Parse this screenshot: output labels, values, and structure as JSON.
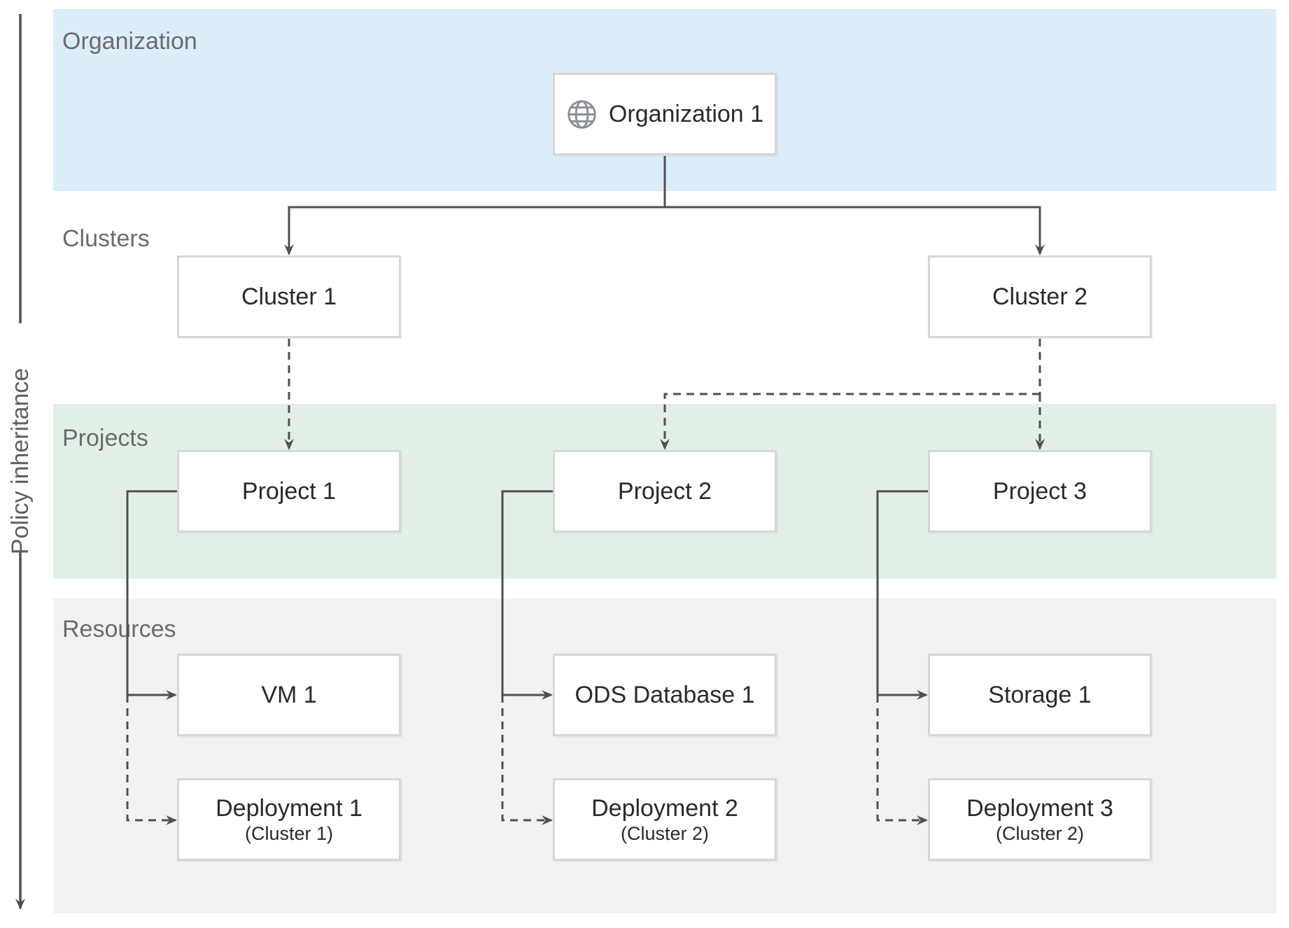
{
  "policy_axis": {
    "label": "Policy inheritance"
  },
  "bands": {
    "organization": {
      "label": "Organization",
      "color": "#dcedfa"
    },
    "clusters": {
      "label": "Clusters",
      "color": "#ffffff"
    },
    "projects": {
      "label": "Projects",
      "color": "#e2efe7"
    },
    "resources": {
      "label": "Resources",
      "color": "#f2f2f3"
    }
  },
  "nodes": {
    "organization1": {
      "label": "Organization 1",
      "icon": "globe-icon"
    },
    "cluster1": {
      "label": "Cluster 1"
    },
    "cluster2": {
      "label": "Cluster 2"
    },
    "project1": {
      "label": "Project 1"
    },
    "project2": {
      "label": "Project 2"
    },
    "project3": {
      "label": "Project 3"
    },
    "vm1": {
      "label": "VM 1"
    },
    "ods_database1": {
      "label": "ODS Database 1"
    },
    "storage1": {
      "label": "Storage 1"
    },
    "deployment1": {
      "label": "Deployment 1",
      "sublabel": "(Cluster 1)"
    },
    "deployment2": {
      "label": "Deployment 2",
      "sublabel": "(Cluster 2)"
    },
    "deployment3": {
      "label": "Deployment 3",
      "sublabel": "(Cluster 2)"
    }
  },
  "edges": [
    {
      "from": "organization1",
      "to": "cluster1",
      "style": "solid"
    },
    {
      "from": "organization1",
      "to": "cluster2",
      "style": "solid"
    },
    {
      "from": "cluster1",
      "to": "project1",
      "style": "dashed"
    },
    {
      "from": "cluster2",
      "to": "project2",
      "style": "dashed"
    },
    {
      "from": "cluster2",
      "to": "project3",
      "style": "dashed"
    },
    {
      "from": "project1",
      "to": "vm1",
      "style": "solid"
    },
    {
      "from": "project1",
      "to": "deployment1",
      "style": "dashed"
    },
    {
      "from": "project2",
      "to": "ods_database1",
      "style": "solid"
    },
    {
      "from": "project2",
      "to": "deployment2",
      "style": "dashed"
    },
    {
      "from": "project3",
      "to": "storage1",
      "style": "solid"
    },
    {
      "from": "project3",
      "to": "deployment3",
      "style": "dashed"
    }
  ],
  "colors": {
    "organization_band": "#dcedfa",
    "projects_band": "#e2efe7",
    "resources_band": "#f2f2f3",
    "node_border": "#d6d6d6",
    "connector": "#4f4f4f",
    "band_label_text": "#6b6b6b",
    "node_text": "#2a2a2a",
    "globe_icon": "#8b9096"
  }
}
